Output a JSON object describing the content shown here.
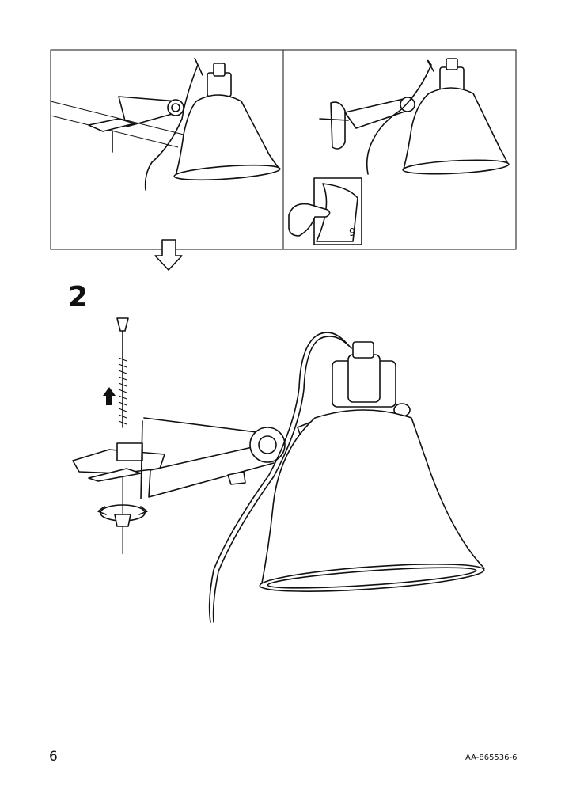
{
  "step": {
    "number": "2"
  },
  "reference": {
    "page": "9"
  },
  "footer": {
    "page_number": "6",
    "doc_code": "AA-865536-6"
  }
}
